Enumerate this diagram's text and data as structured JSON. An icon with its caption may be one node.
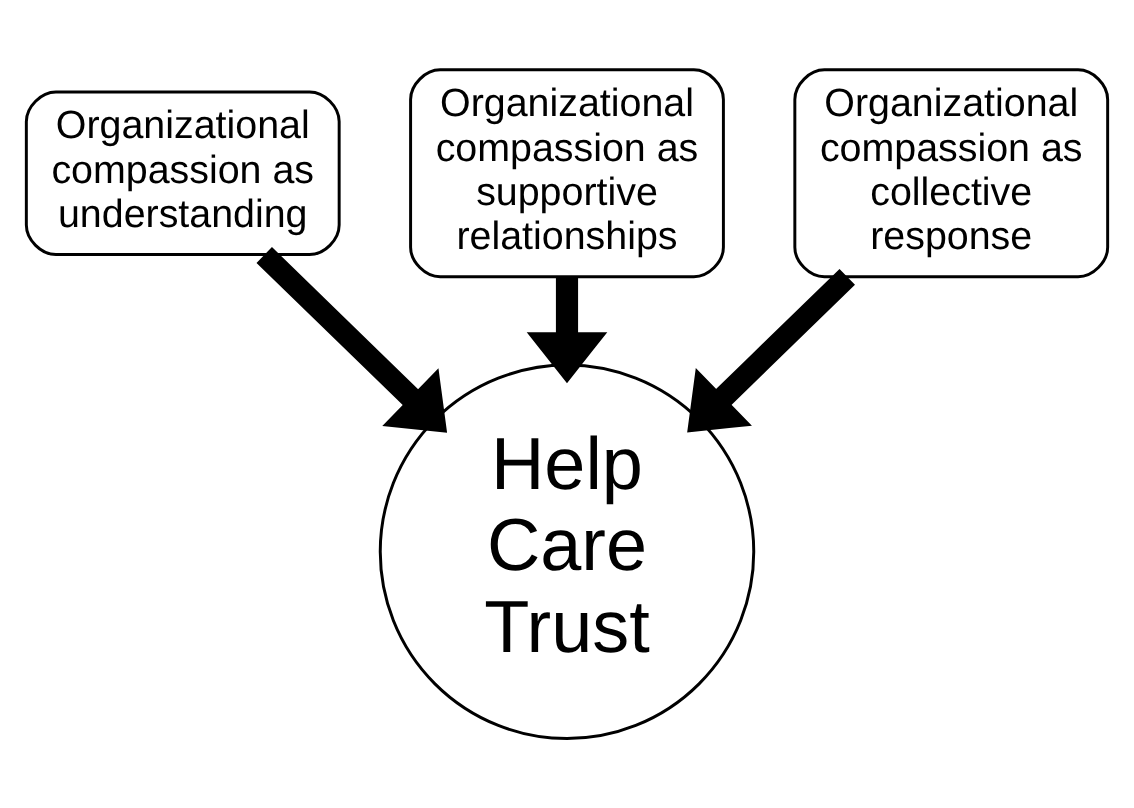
{
  "diagram": {
    "nodes": [
      {
        "text": [
          "Organizational compassion as understanding"
        ]
      },
      {
        "text": [
          "Organizational compassion as supportive relationships"
        ]
      },
      {
        "text": [
          "Organizational compassion as collective response"
        ]
      },
      {
        "text": [
          "Help Care Trust"
        ]
      }
    ],
    "edges": [
      {
        "from": 0,
        "to": 3,
        "arrow": "to"
      },
      {
        "from": 1,
        "to": 3,
        "arrow": "to"
      },
      {
        "from": 2,
        "to": 3,
        "arrow": "to"
      }
    ]
  }
}
